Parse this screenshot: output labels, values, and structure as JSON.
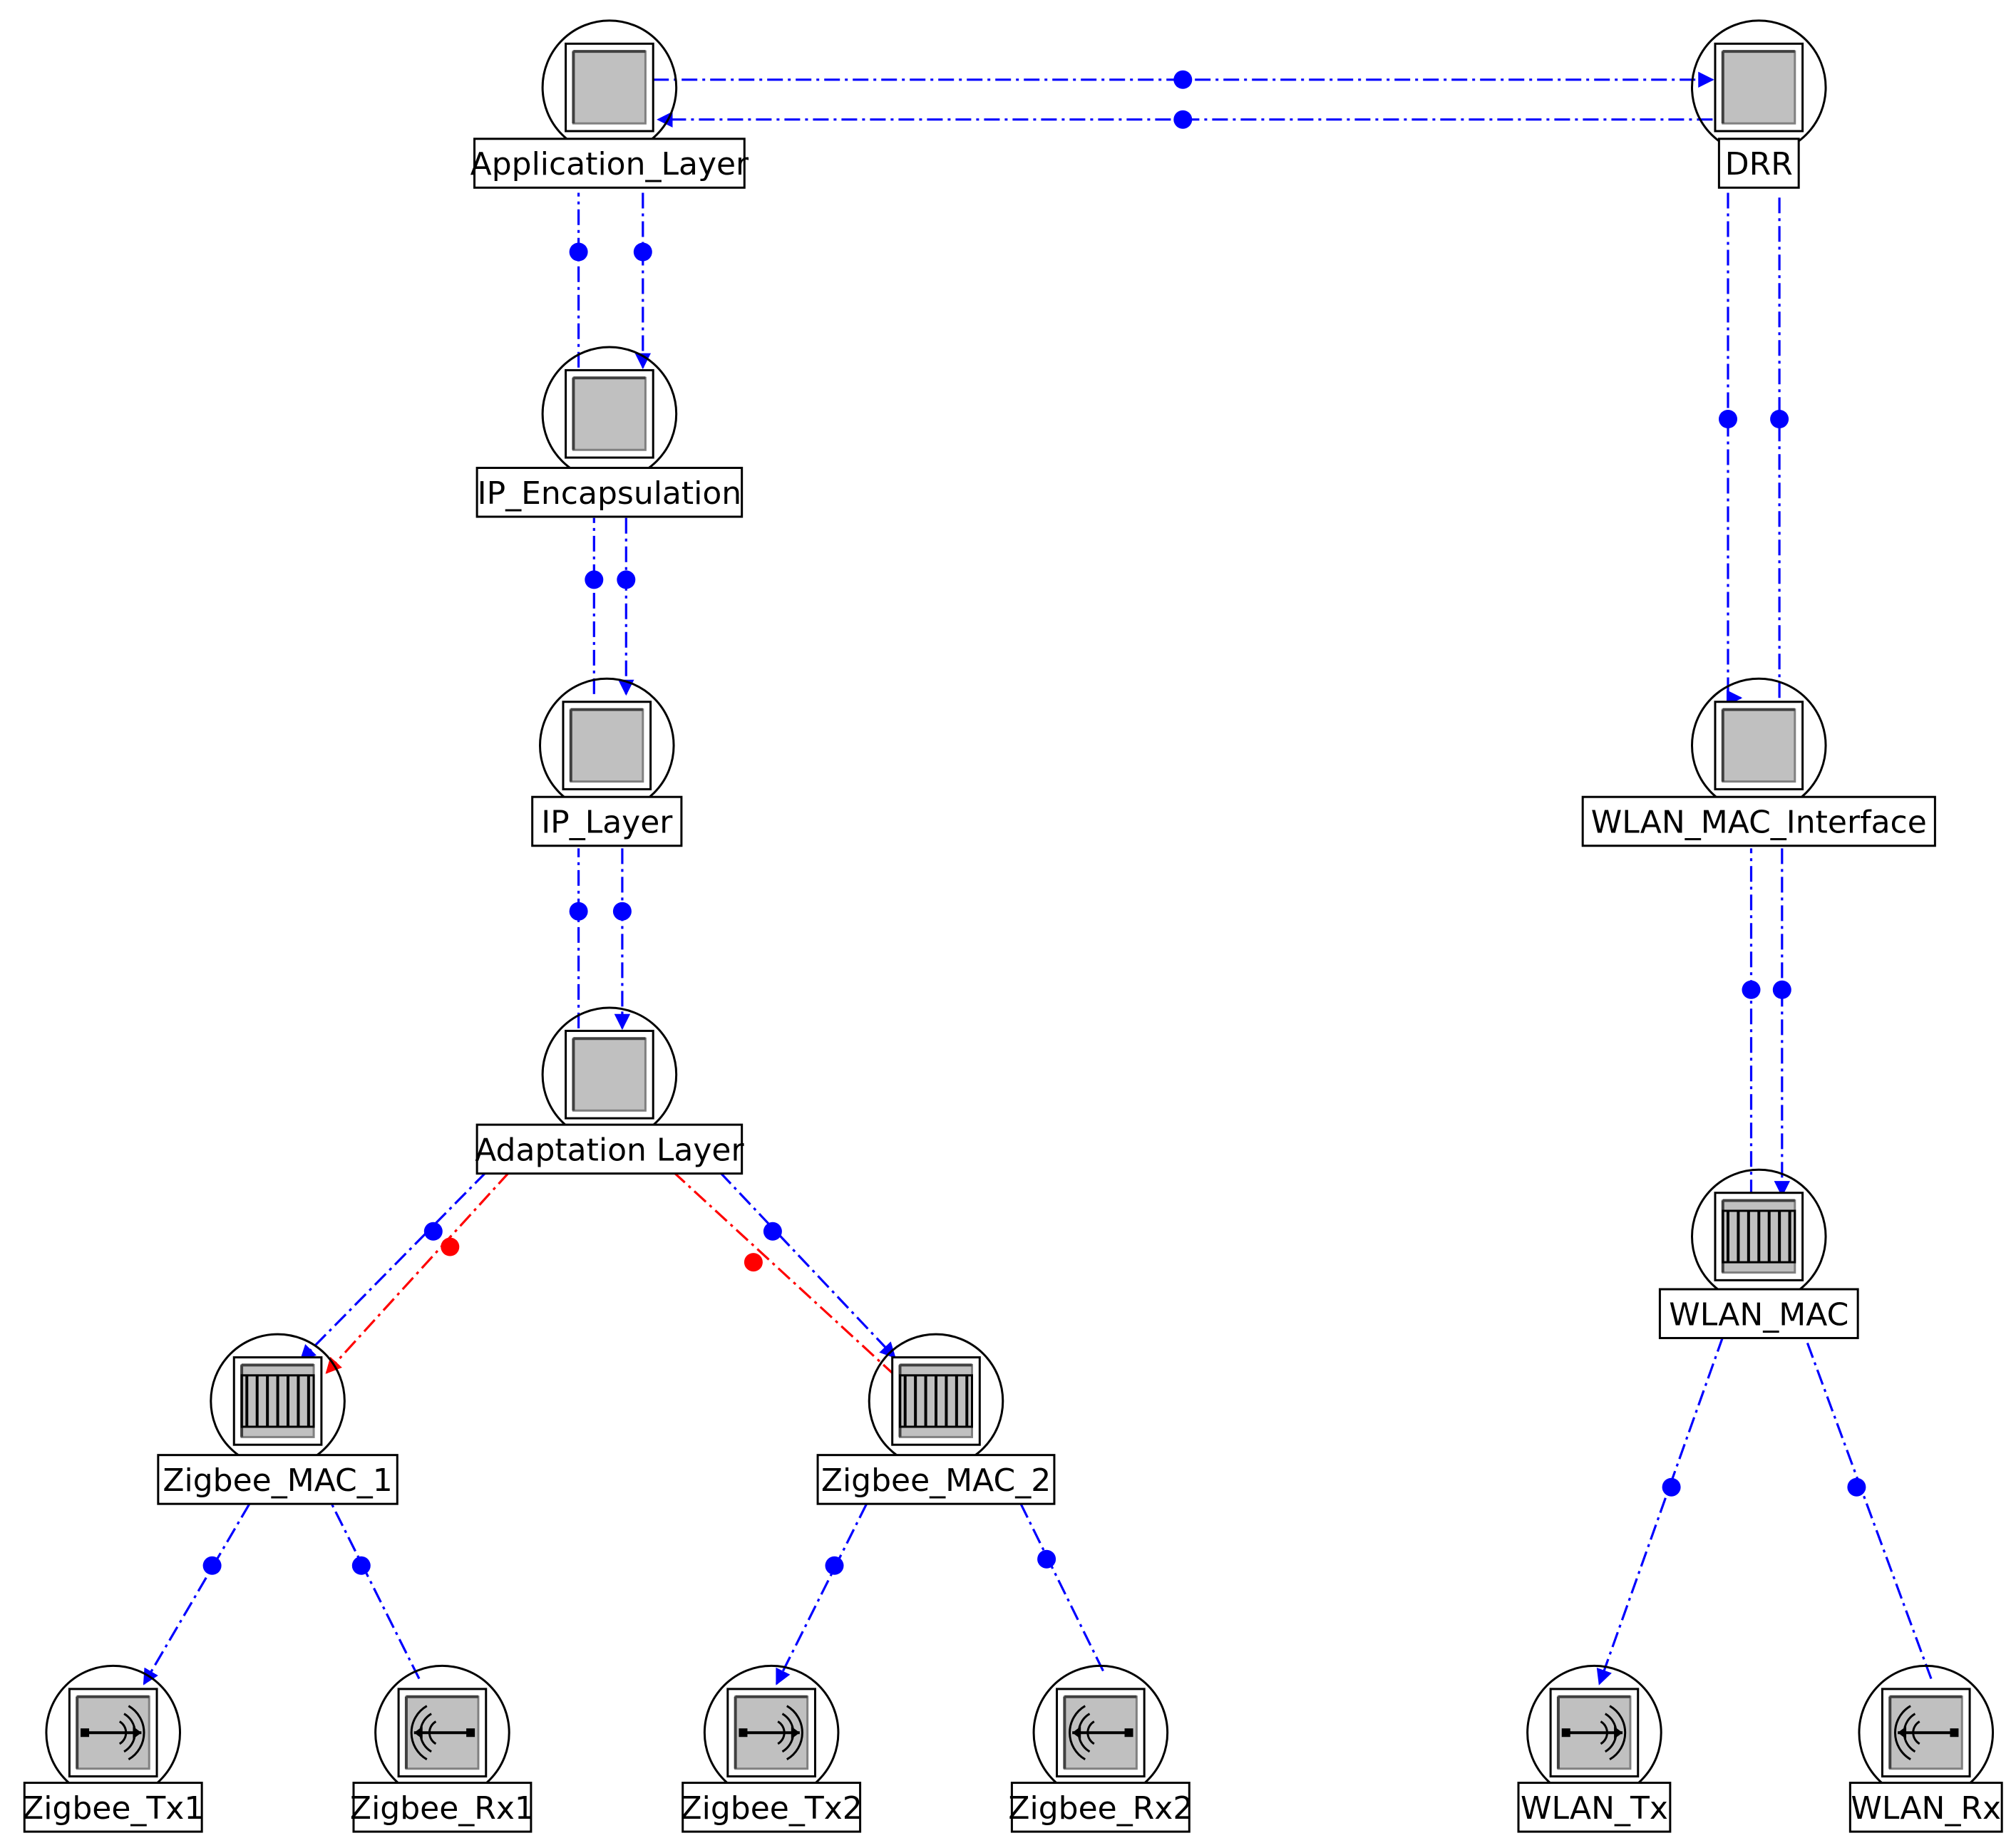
{
  "nodes": {
    "application_layer": {
      "label": "Application_Layer",
      "kind": "processor-icon"
    },
    "drr": {
      "label": "DRR",
      "kind": "processor-icon"
    },
    "ip_encapsulation": {
      "label": "IP_Encapsulation",
      "kind": "processor-icon"
    },
    "ip_layer": {
      "label": "IP_Layer",
      "kind": "processor-icon"
    },
    "adaptation_layer": {
      "label": "Adaptation Layer",
      "kind": "processor-icon"
    },
    "wlan_mac_interface": {
      "label": "WLAN_MAC_Interface",
      "kind": "processor-icon"
    },
    "wlan_mac": {
      "label": "WLAN_MAC",
      "kind": "queue-icon"
    },
    "zigbee_mac_1": {
      "label": "Zigbee_MAC_1",
      "kind": "queue-icon"
    },
    "zigbee_mac_2": {
      "label": "Zigbee_MAC_2",
      "kind": "queue-icon"
    },
    "zigbee_tx1": {
      "label": "Zigbee_Tx1",
      "kind": "transmitter-icon"
    },
    "zigbee_rx1": {
      "label": "Zigbee_Rx1",
      "kind": "receiver-icon"
    },
    "zigbee_tx2": {
      "label": "Zigbee_Tx2",
      "kind": "transmitter-icon"
    },
    "zigbee_rx2": {
      "label": "Zigbee_Rx2",
      "kind": "receiver-icon"
    },
    "wlan_tx": {
      "label": "WLAN_Tx",
      "kind": "transmitter-icon"
    },
    "wlan_rx": {
      "label": "WLAN_Rx",
      "kind": "receiver-icon"
    }
  },
  "links": [
    {
      "from": "application_layer",
      "to": "drr",
      "type": "packet-stream",
      "color": "#0000ff"
    },
    {
      "from": "drr",
      "to": "application_layer",
      "type": "packet-stream",
      "color": "#0000ff"
    },
    {
      "from": "application_layer",
      "to": "ip_encapsulation",
      "type": "packet-stream",
      "color": "#0000ff"
    },
    {
      "from": "ip_encapsulation",
      "to": "application_layer",
      "type": "packet-stream",
      "color": "#0000ff"
    },
    {
      "from": "ip_encapsulation",
      "to": "ip_layer",
      "type": "packet-stream",
      "color": "#0000ff"
    },
    {
      "from": "ip_layer",
      "to": "ip_encapsulation",
      "type": "packet-stream",
      "color": "#0000ff"
    },
    {
      "from": "ip_layer",
      "to": "adaptation_layer",
      "type": "packet-stream",
      "color": "#0000ff"
    },
    {
      "from": "adaptation_layer",
      "to": "ip_layer",
      "type": "packet-stream",
      "color": "#0000ff"
    },
    {
      "from": "drr",
      "to": "wlan_mac_interface",
      "type": "packet-stream",
      "color": "#0000ff"
    },
    {
      "from": "wlan_mac_interface",
      "to": "drr",
      "type": "packet-stream",
      "color": "#0000ff"
    },
    {
      "from": "wlan_mac_interface",
      "to": "wlan_mac",
      "type": "packet-stream",
      "color": "#0000ff"
    },
    {
      "from": "wlan_mac",
      "to": "wlan_mac_interface",
      "type": "packet-stream",
      "color": "#0000ff"
    },
    {
      "from": "adaptation_layer",
      "to": "zigbee_mac_1",
      "type": "packet-stream",
      "color": "#0000ff"
    },
    {
      "from": "adaptation_layer",
      "to": "zigbee_mac_1",
      "type": "statistic-wire",
      "color": "#ff0000"
    },
    {
      "from": "adaptation_layer",
      "to": "zigbee_mac_2",
      "type": "packet-stream",
      "color": "#0000ff"
    },
    {
      "from": "zigbee_mac_2",
      "to": "adaptation_layer",
      "type": "statistic-wire",
      "color": "#ff0000"
    },
    {
      "from": "zigbee_mac_1",
      "to": "zigbee_tx1",
      "type": "packet-stream",
      "color": "#0000ff"
    },
    {
      "from": "zigbee_rx1",
      "to": "zigbee_mac_1",
      "type": "packet-stream",
      "color": "#0000ff"
    },
    {
      "from": "zigbee_mac_2",
      "to": "zigbee_tx2",
      "type": "packet-stream",
      "color": "#0000ff"
    },
    {
      "from": "zigbee_rx2",
      "to": "zigbee_mac_2",
      "type": "packet-stream",
      "color": "#0000ff"
    },
    {
      "from": "wlan_mac",
      "to": "wlan_tx",
      "type": "packet-stream",
      "color": "#0000ff"
    },
    {
      "from": "wlan_rx",
      "to": "wlan_mac",
      "type": "packet-stream",
      "color": "#0000ff"
    }
  ]
}
